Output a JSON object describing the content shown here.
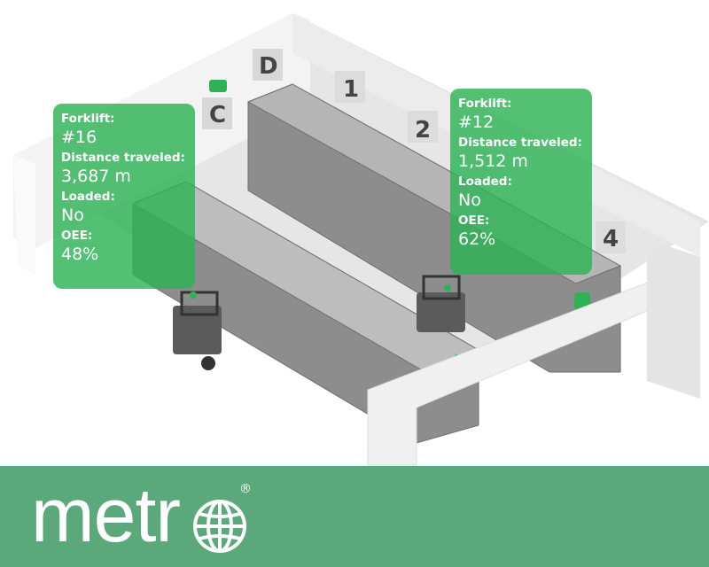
{
  "scene": {
    "bay_signs": [
      "D",
      "1",
      "2",
      "C",
      "4"
    ]
  },
  "overlays": [
    {
      "forklift_label": "Forklift:",
      "forklift": "#16",
      "distance_label": "Distance traveled:",
      "distance": "3,687 m",
      "loaded_label": "Loaded:",
      "loaded": "No",
      "oee_label": "OEE:",
      "oee": "48%"
    },
    {
      "forklift_label": "Forklift:",
      "forklift": "#12",
      "distance_label": "Distance traveled:",
      "distance": "1,512 m",
      "loaded_label": "Loaded:",
      "loaded": "No",
      "oee_label": "OEE:",
      "oee": "62%"
    }
  ],
  "brand": {
    "name": "metr",
    "registered": "®",
    "color": "#5ba97b",
    "accent": "#2db255"
  }
}
